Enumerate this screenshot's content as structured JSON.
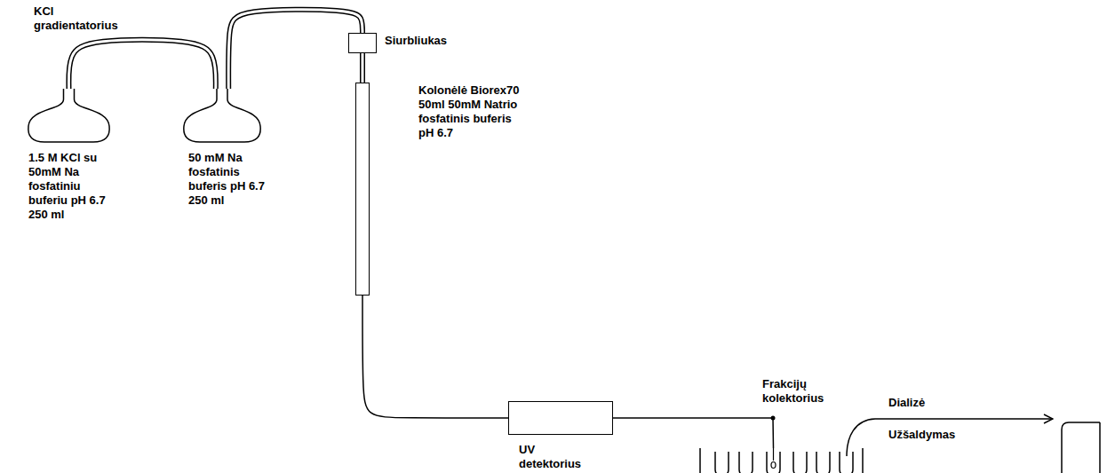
{
  "diagram": {
    "nodes": [
      {
        "text": [
          "1.5 M KCl su 50mM Na fosfatiniu buferiu pH 6.7 250 ml"
        ]
      },
      {
        "text": [
          "50 mM Na fosfatinis buferis pH 6.7 250 ml"
        ]
      },
      {
        "text": [
          "Siurbliukas"
        ]
      },
      {
        "text": [
          "Kolonėlė Biorex70 50ml 50mM Natrio fosfatinis buferis pH 6.7"
        ]
      },
      {
        "text": [
          "UV detektorius"
        ]
      },
      {
        "text": [
          "Frakcijų kolektorius"
        ]
      }
    ],
    "edges": [
      {
        "from": 0,
        "to": 1,
        "arrow": "none"
      },
      {
        "from": 1,
        "to": 2,
        "arrow": "none"
      },
      {
        "from": 2,
        "to": 3,
        "arrow": "none"
      },
      {
        "from": 3,
        "to": 4,
        "arrow": "none"
      },
      {
        "from": 4,
        "to": 5,
        "arrow": "none"
      }
    ],
    "labels": [
      "KCl gradientatorius",
      "Dializė",
      "Užšaldymas"
    ]
  }
}
